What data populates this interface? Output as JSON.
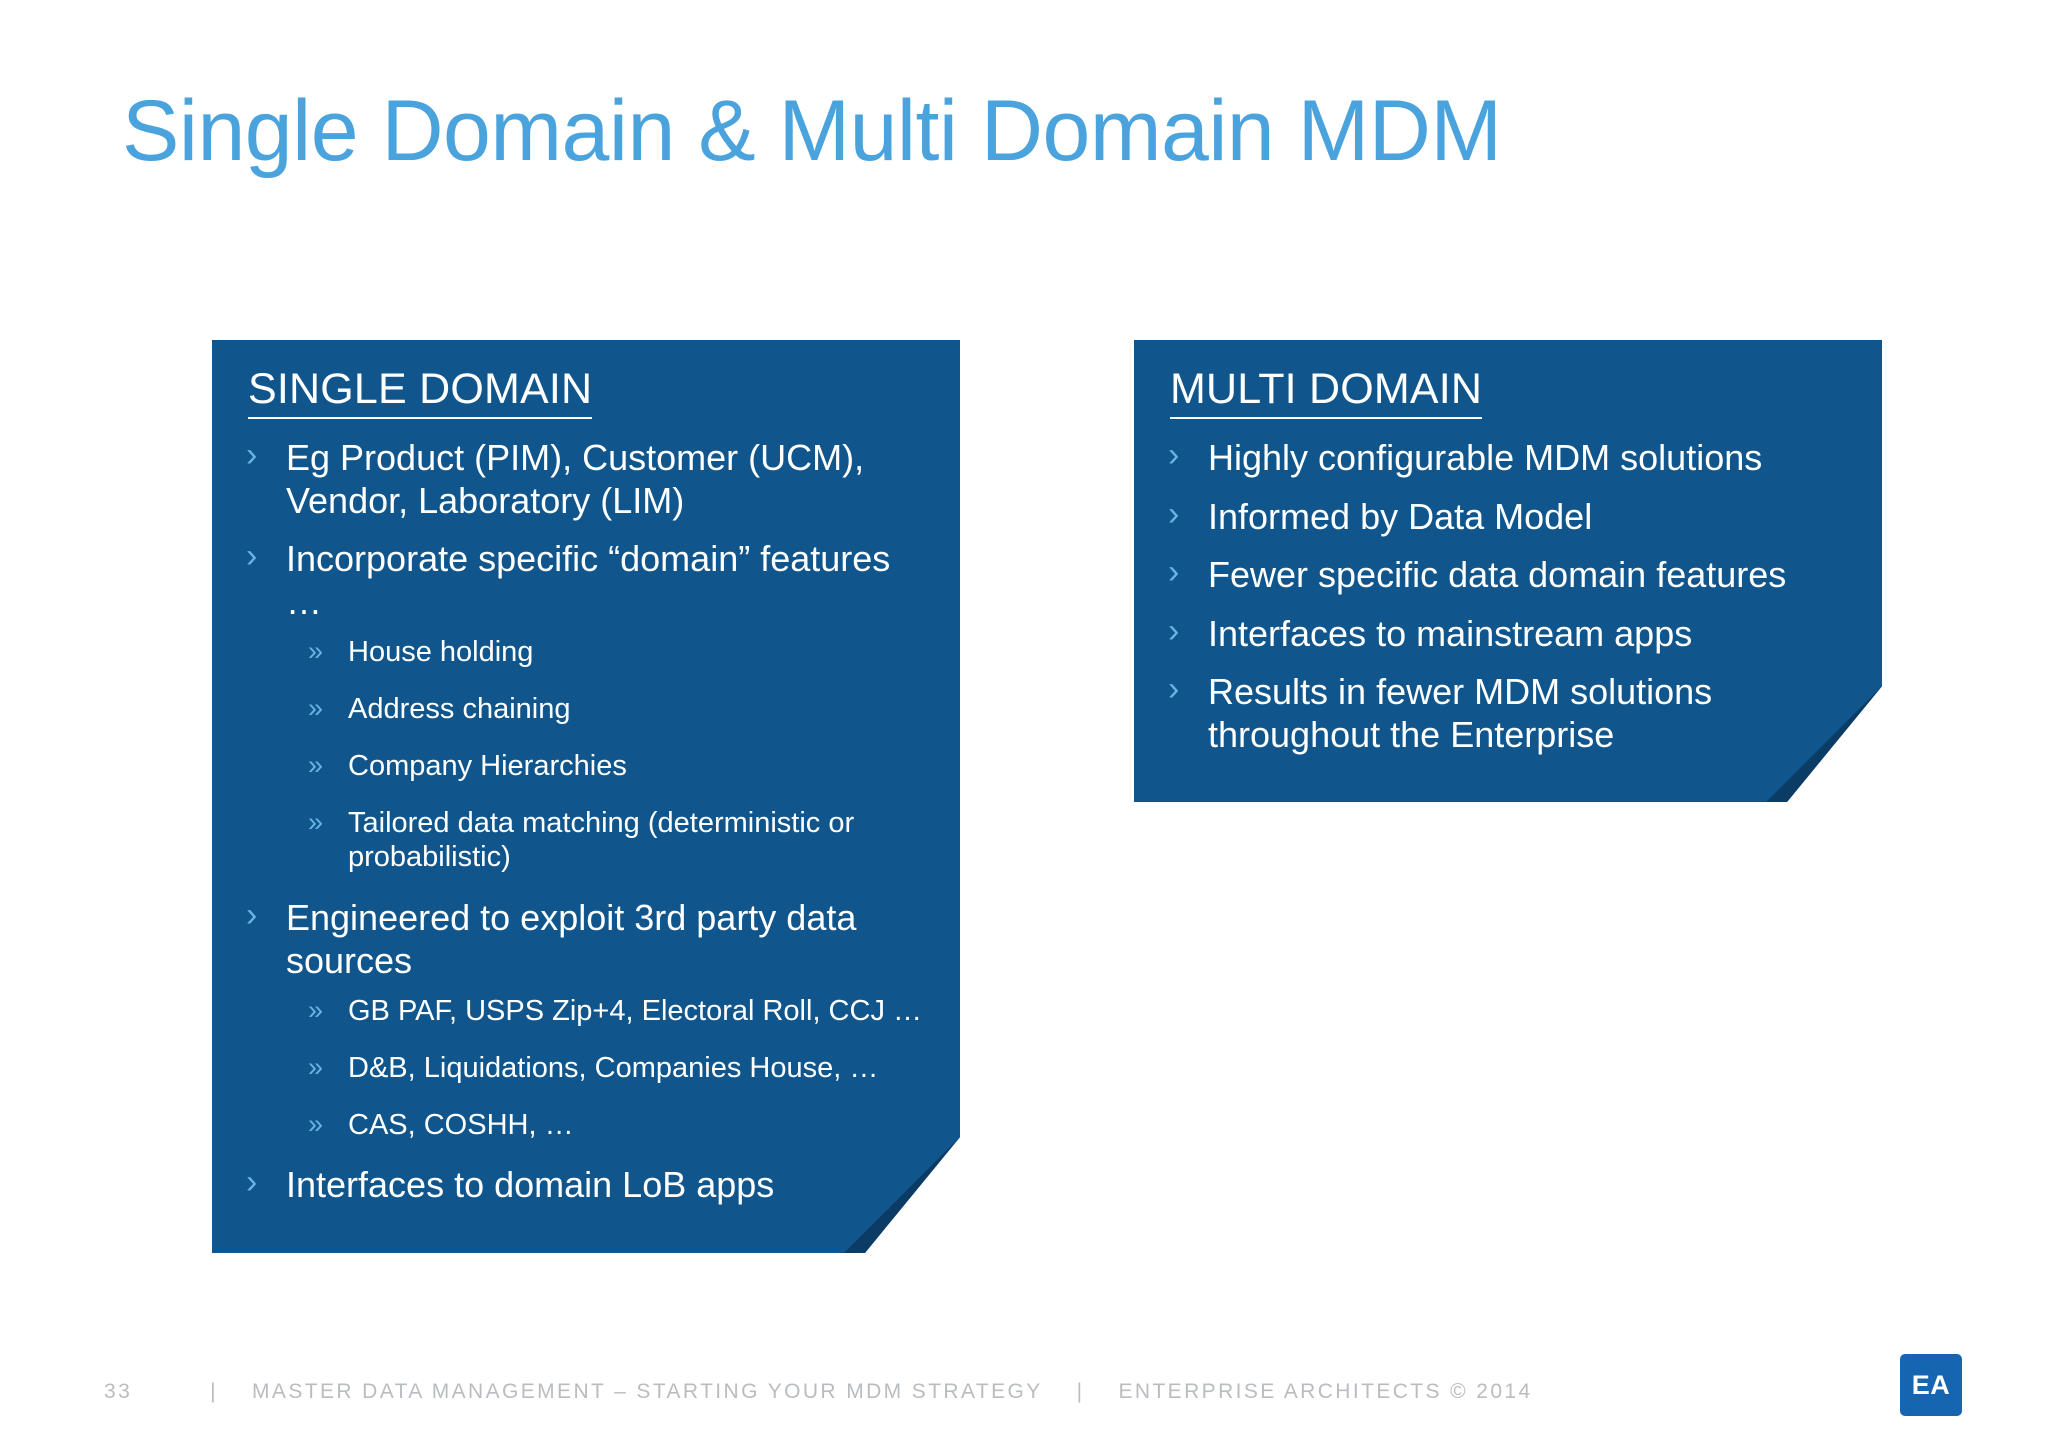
{
  "slide": {
    "title": "Single Domain & Multi Domain MDM",
    "title_color": "#4aa3dc",
    "panel_color": "#10568c",
    "bullet_color": "#67b4e2"
  },
  "panels": [
    {
      "heading": "SINGLE DOMAIN",
      "bullet_glyph": "›",
      "sub_bullet_glyph": "»",
      "items": [
        {
          "text": "Eg Product (PIM), Customer (UCM), Vendor, Laboratory (LIM)",
          "children": []
        },
        {
          "text": "Incorporate specific “domain” features …",
          "children": [
            "House holding",
            "Address chaining",
            "Company Hierarchies",
            "Tailored data matching (deterministic or probabilistic)"
          ]
        },
        {
          "text": "Engineered to exploit 3rd party data sources",
          "children": [
            "GB PAF, USPS Zip+4, Electoral Roll, CCJ …",
            "D&B, Liquidations, Companies House, …",
            "CAS, COSHH, …"
          ]
        },
        {
          "text": "Interfaces to domain LoB apps",
          "children": []
        }
      ]
    },
    {
      "heading": "MULTI DOMAIN",
      "bullet_glyph": "›",
      "sub_bullet_glyph": "»",
      "items": [
        {
          "text": "Highly configurable MDM solutions",
          "children": []
        },
        {
          "text": "Informed by Data Model",
          "children": []
        },
        {
          "text": "Fewer specific data domain features",
          "children": []
        },
        {
          "text": "Interfaces to mainstream apps",
          "children": []
        },
        {
          "text": "Results in fewer MDM solutions throughout the Enterprise",
          "children": []
        }
      ]
    }
  ],
  "footer": {
    "page_number": "33",
    "separator": "|",
    "deck_title": "MASTER DATA MANAGEMENT – STARTING YOUR MDM STRATEGY",
    "copyright": "ENTERPRISE ARCHITECTS © 2014",
    "logo_text": "EA"
  }
}
